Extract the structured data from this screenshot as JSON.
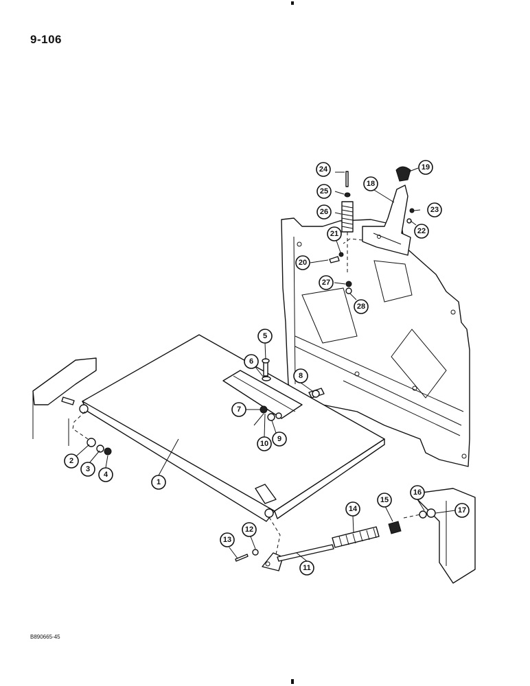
{
  "page_number": "9-106",
  "figure_code": "B890665-45",
  "callouts": [
    "1",
    "2",
    "3",
    "4",
    "5",
    "6",
    "7",
    "8",
    "9",
    "10",
    "11",
    "12",
    "13",
    "14",
    "15",
    "16",
    "17",
    "18",
    "19",
    "20",
    "21",
    "22",
    "23",
    "24",
    "25",
    "26",
    "27",
    "28"
  ]
}
